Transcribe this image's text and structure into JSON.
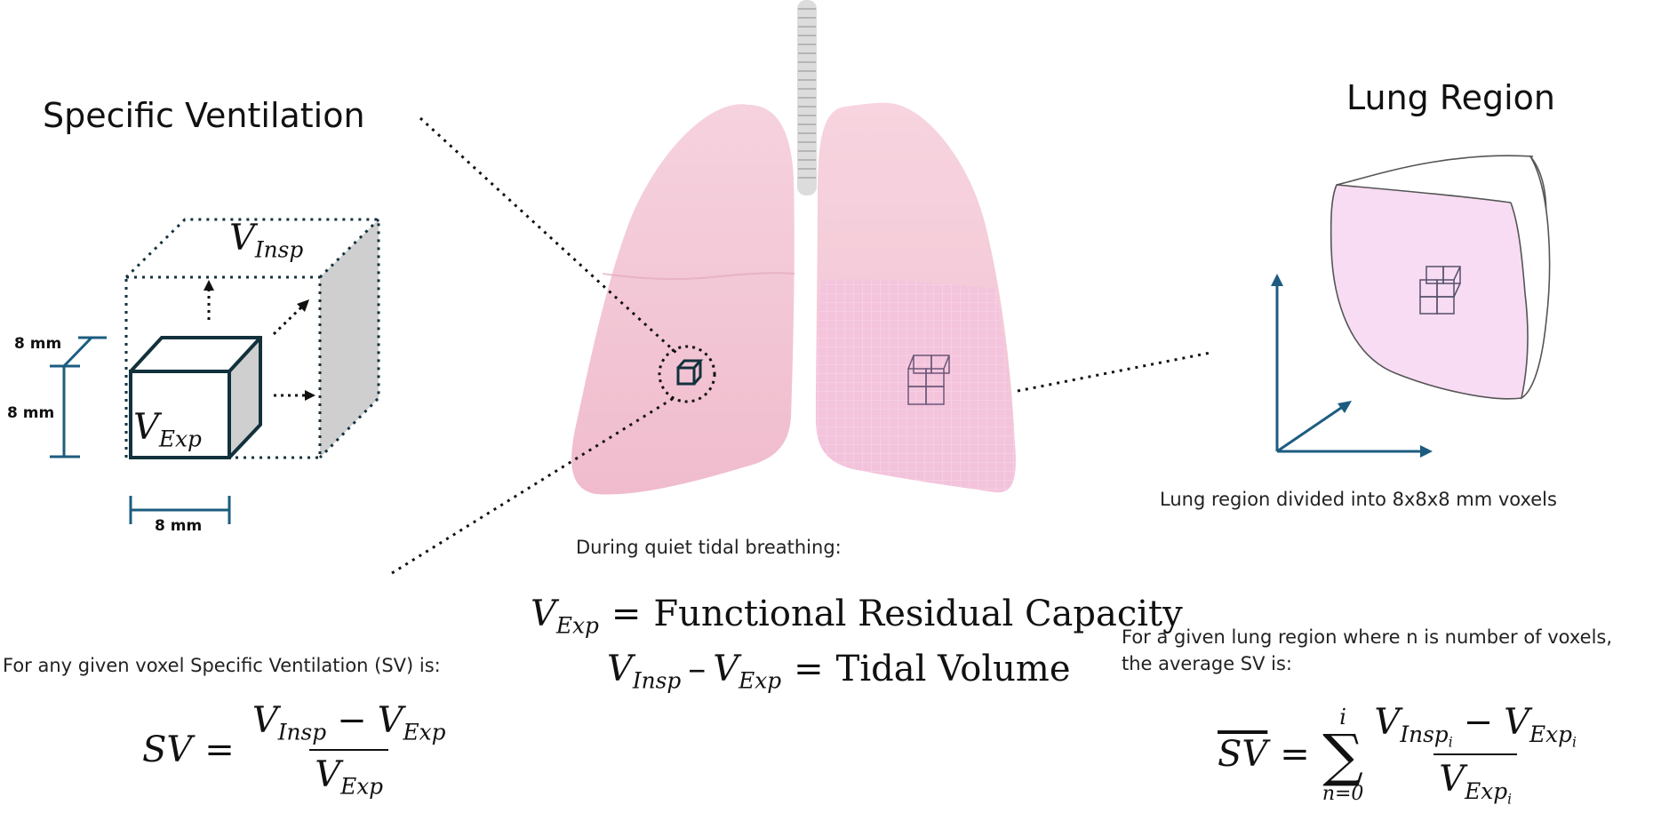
{
  "titles": {
    "left": "Specific Ventilation",
    "right": "Lung Region"
  },
  "cube_diagram": {
    "dim_top": "8 mm",
    "dim_side": "8 mm",
    "dim_bottom": "8 mm",
    "v_insp": {
      "base": "V",
      "sub": "Insp"
    },
    "v_exp": {
      "base": "V",
      "sub": "Exp"
    }
  },
  "lung_region_caption": "Lung region divided into 8x8x8 mm voxels",
  "center": {
    "intro": "During quiet tidal breathing:",
    "eq1": {
      "lhs_base": "V",
      "lhs_sub": "Exp",
      "op": "=",
      "rhs": "Functional Residual Capacity"
    },
    "eq2": {
      "a_base": "V",
      "a_sub": "Insp",
      "minus": "–",
      "b_base": "V",
      "b_sub": "Exp",
      "op": "=",
      "rhs": "Tidal Volume"
    }
  },
  "left_formula": {
    "intro": "For any given voxel Specific Ventilation (SV) is:",
    "lhs": "SV",
    "op": "=",
    "num_a_base": "V",
    "num_a_sub": "Insp",
    "minus": "−",
    "num_b_base": "V",
    "num_b_sub": "Exp",
    "den_base": "V",
    "den_sub": "Exp"
  },
  "right_formula": {
    "intro_line1": "For a given lung region where n is number of voxels,",
    "intro_line2": "the average SV is:",
    "lhs": "SV",
    "op": "=",
    "sum_top": "i",
    "sum_symbol": "∑",
    "sum_bottom": "n=0",
    "num_a_base": "V",
    "num_a_sub": "Insp",
    "num_a_subsub": "i",
    "minus": "−",
    "num_b_base": "V",
    "num_b_sub": "Exp",
    "num_b_subsub": "i",
    "den_base": "V",
    "den_sub": "Exp",
    "den_subsub": "i"
  },
  "colors": {
    "lung_pink": "#f4c8d6",
    "lung_highlight": "#f7d7e2",
    "region_fill": "#f8dcf3",
    "axis_blue": "#1d5c80",
    "dim_blue": "#1d5c80",
    "cube_dark": "#12313d",
    "side_gray": "#cfcfcf",
    "trachea_gray": "#d9d9d9"
  }
}
